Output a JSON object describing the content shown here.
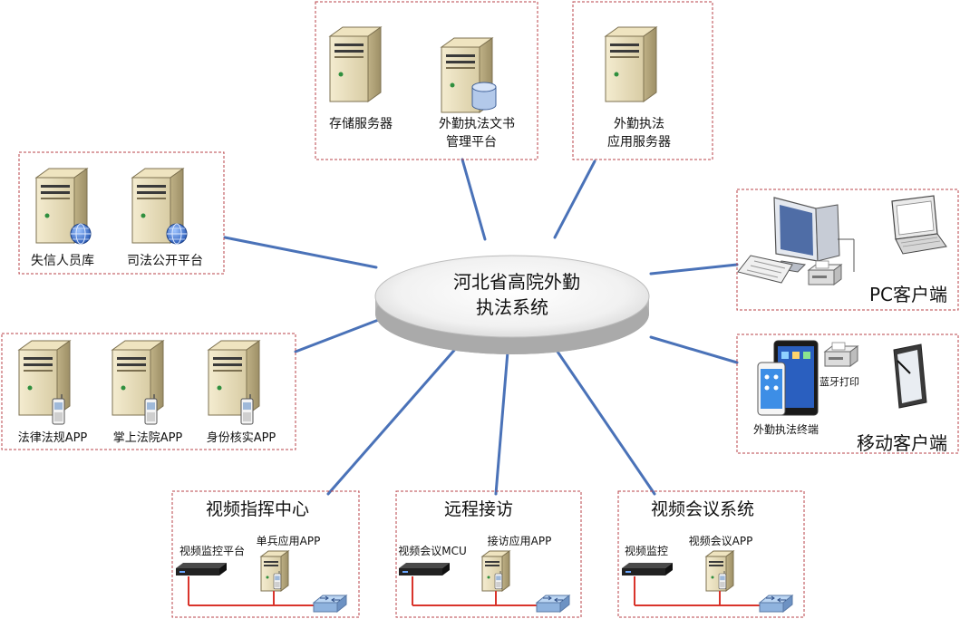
{
  "center": {
    "line1": "河北省高院外勤",
    "line2": "执法系统"
  },
  "groups": {
    "storage": {
      "server1": "存储服务器",
      "server2_line1": "外勤执法文书",
      "server2_line2": "管理平台"
    },
    "app_server": {
      "line1": "外勤执法",
      "line2": "应用服务器"
    },
    "credit": {
      "server1": "失信人员库",
      "server2": "司法公开平台"
    },
    "apps": {
      "app1": "法律法规APP",
      "app2": "掌上法院APP",
      "app3": "身份核实APP"
    },
    "pc": {
      "title": "PC客户端"
    },
    "mobile": {
      "title": "移动客户端",
      "terminal": "外勤执法终端",
      "printer": "蓝牙打印"
    },
    "video_command": {
      "title": "视频指挥中心",
      "device": "视频监控平台",
      "server": "单兵应用APP"
    },
    "remote": {
      "title": "远程接访",
      "device": "视频会议MCU",
      "server": "接访应用APP"
    },
    "conference": {
      "title": "视频会议系统",
      "device": "视频监控",
      "server": "视频会议APP"
    }
  },
  "colors": {
    "box_border": "#b8434a",
    "connector": "#4a72b8",
    "red_line": "#d9342b"
  }
}
